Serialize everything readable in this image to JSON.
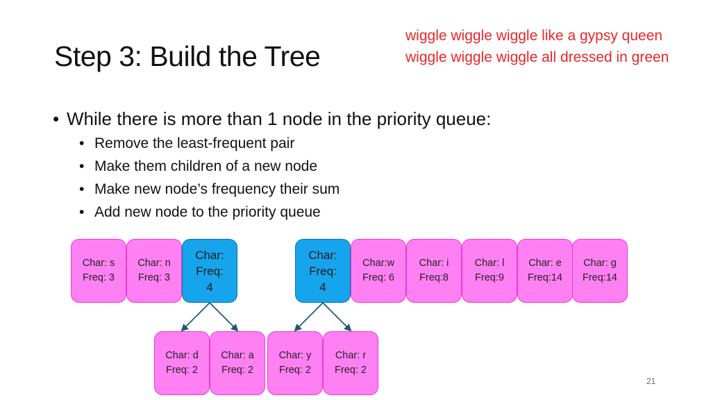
{
  "slide": {
    "title": "Step 3: Build the Tree",
    "callout": [
      "wiggle wiggle wiggle like a gypsy queen",
      "wiggle wiggle wiggle all dressed in green"
    ],
    "bullet_main": "While there is more than 1 node in the priority queue:",
    "sub_bullets": [
      "Remove the least-frequent pair",
      "Make them children of a new node",
      "Make new node’s frequency their sum",
      "Add new node to the priority queue"
    ],
    "page_number": "21"
  },
  "queue_nodes": [
    {
      "label": "Char: s\nFreq: 3",
      "kind": "leaf"
    },
    {
      "label": "Char: n\nFreq: 3",
      "kind": "leaf"
    },
    {
      "label": "Char:\nFreq:\n4",
      "kind": "internal"
    },
    {
      "label": "Char:\nFreq:\n4",
      "kind": "internal"
    },
    {
      "label": "Char:w\nFreq: 6",
      "kind": "leaf"
    },
    {
      "label": "Char: i\nFreq:8",
      "kind": "leaf"
    },
    {
      "label": "Char: l\nFreq:9",
      "kind": "leaf"
    },
    {
      "label": "Char: e\nFreq:14",
      "kind": "leaf"
    },
    {
      "label": "Char: g\nFreq:14",
      "kind": "leaf"
    }
  ],
  "child_nodes": [
    {
      "label": "Char: d\nFreq: 2",
      "kind": "leaf"
    },
    {
      "label": "Char: a\nFreq: 2",
      "kind": "leaf"
    },
    {
      "label": "Char: y\nFreq: 2",
      "kind": "leaf"
    },
    {
      "label": "Char: r\nFreq: 2",
      "kind": "leaf"
    }
  ],
  "colors": {
    "leaf_fill": "#ff80f2",
    "internal_fill": "#16a5ec",
    "edge": "#1f5a78",
    "callout_text": "#e8262a"
  }
}
